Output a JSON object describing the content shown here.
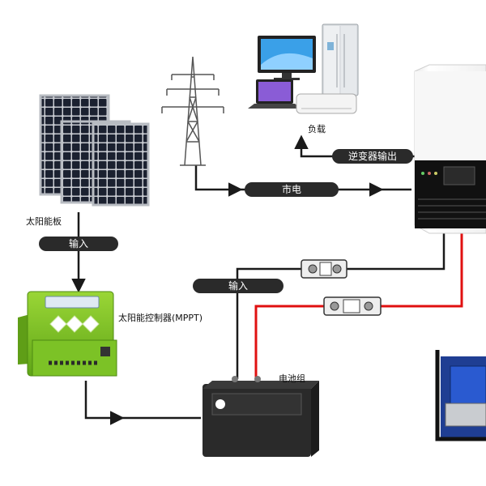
{
  "labels": {
    "solar_panel": "太阳能板",
    "input_solar": "输入",
    "controller": "太阳能控制器(MPPT)",
    "input_battery": "输入",
    "battery": "电池组",
    "grid": "市电",
    "inverter_output": "逆变器输出",
    "load": "负载"
  },
  "colors": {
    "wire_dark": "#1a1a1a",
    "wire_red": "#e01010",
    "controller_green": "#7ac21f",
    "panel_cell": "#1b2130",
    "pill_fill": "#2a2a2a"
  },
  "icons": {
    "solar_panels": "solar-panel-icon",
    "tower": "transmission-tower-icon",
    "monitor": "monitor-icon",
    "laptop": "laptop-icon",
    "fridge": "refrigerator-icon",
    "ac": "air-conditioner-icon",
    "inverter": "inverter-icon",
    "controller": "mppt-controller-icon",
    "battery": "battery-icon",
    "generator": "generator-icon",
    "fuse": "fuse-icon"
  }
}
